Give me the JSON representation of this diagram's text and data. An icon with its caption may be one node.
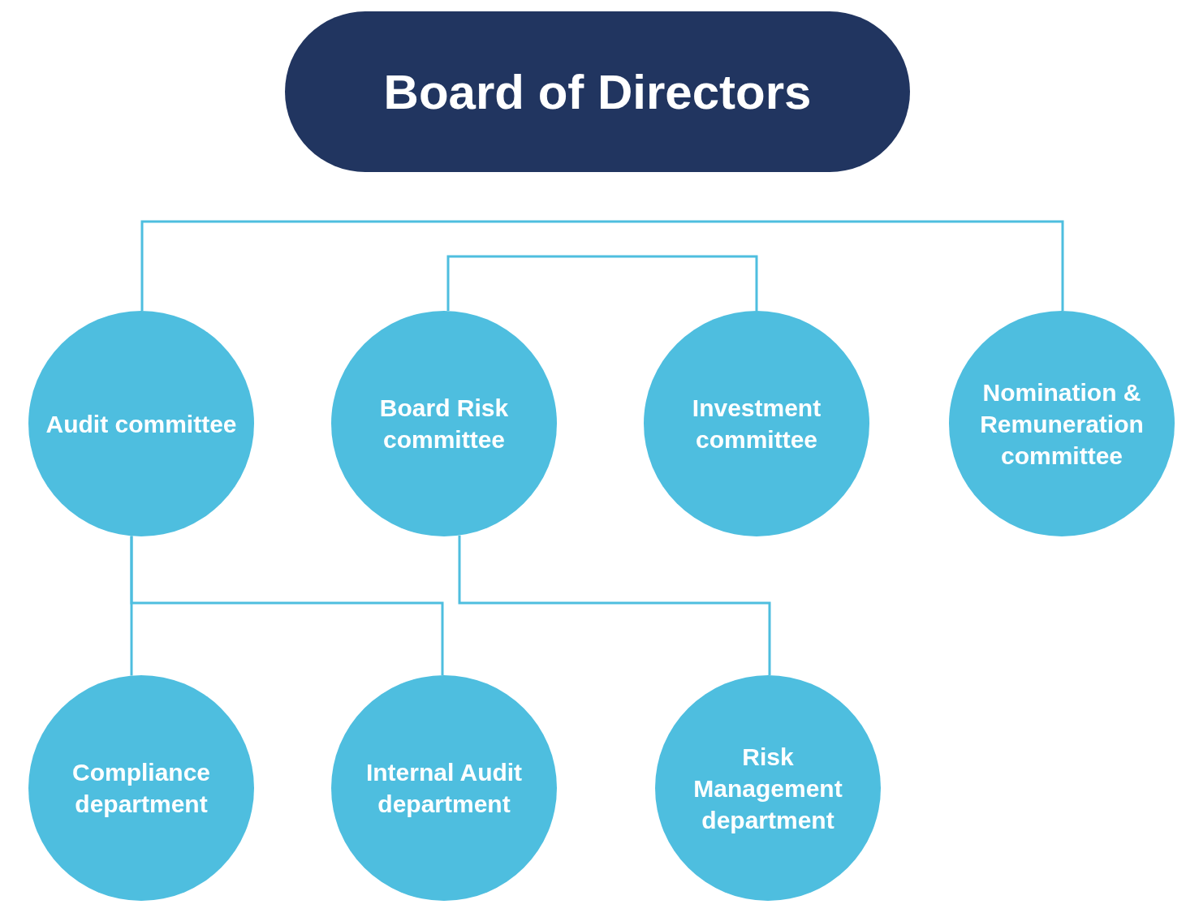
{
  "diagram": {
    "nodes": [
      {
        "text": [
          "Board of Directors"
        ]
      },
      {
        "text": [
          "Audit committee"
        ]
      },
      {
        "text": [
          "Board Risk committee"
        ]
      },
      {
        "text": [
          "Investment committee"
        ]
      },
      {
        "text": [
          "Nomination & Remuneration committee"
        ]
      },
      {
        "text": [
          "Compliance department"
        ]
      },
      {
        "text": [
          "Internal Audit department"
        ]
      },
      {
        "text": [
          "Risk Management department"
        ]
      }
    ],
    "edges": [
      {
        "from": 1,
        "to": 4,
        "arrow": "none"
      },
      {
        "from": 2,
        "to": 3,
        "arrow": "none"
      },
      {
        "from": 1,
        "to": 5,
        "arrow": "none"
      },
      {
        "from": 1,
        "to": 6,
        "arrow": "none"
      },
      {
        "from": 2,
        "to": 7,
        "arrow": "none"
      }
    ]
  }
}
